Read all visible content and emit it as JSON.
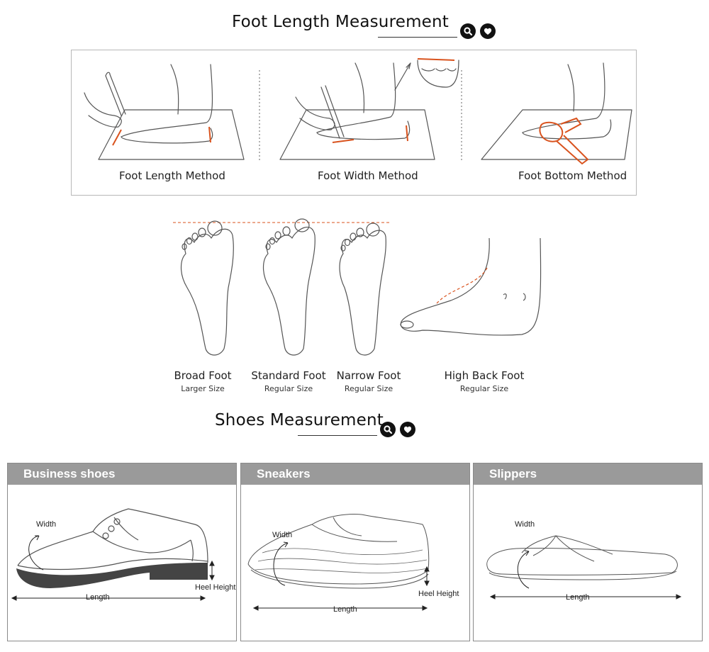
{
  "foot_section": {
    "title": "Foot Length Measurement",
    "methods": [
      {
        "caption": "Foot Length Method"
      },
      {
        "caption": "Foot Width Method"
      },
      {
        "caption": "Foot Bottom Method"
      }
    ]
  },
  "foot_types": [
    {
      "name": "Broad Foot",
      "size": "Larger Size"
    },
    {
      "name": "Standard Foot",
      "size": "Regular Size"
    },
    {
      "name": "Narrow Foot",
      "size": "Regular Size"
    },
    {
      "name": "High Back Foot",
      "size": "Regular Size"
    }
  ],
  "shoes_section": {
    "title": "Shoes Measurement",
    "cards": [
      {
        "title": "Business shoes",
        "width": "Width",
        "length": "Length",
        "heel": "Heel Height"
      },
      {
        "title": "Sneakers",
        "width": "Width",
        "length": "Length",
        "heel": "Heel Height"
      },
      {
        "title": "Slippers",
        "width": "Width",
        "length": "Length"
      }
    ]
  },
  "icons": [
    "search-icon",
    "heart-icon"
  ],
  "colors": {
    "accent_red": "#d9531e",
    "card_header": "#9a9a9a",
    "heel_dark": "#444444"
  }
}
